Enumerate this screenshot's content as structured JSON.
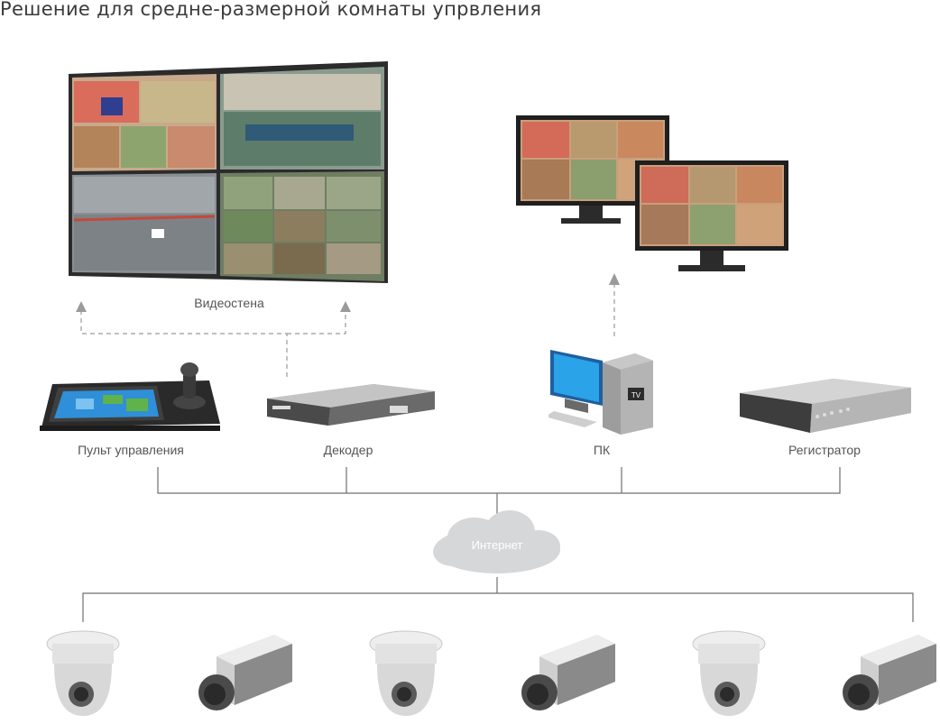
{
  "title": "Решение для средне-размерной комнаты упрвления",
  "labels": {
    "videowall": "Видеостена",
    "control_panel": "Пульт управления",
    "decoder": "Декодер",
    "pc": "ПК",
    "recorder": "Регистратор",
    "internet": "Интернет"
  },
  "pc_tower_badge": "TV",
  "colors": {
    "line": "#6f6f6f",
    "dashed_arrow": "#9a9a9a",
    "cloud": "#d6d7d9",
    "label_text": "#555555"
  },
  "cameras": [
    "dome-camera",
    "box-camera",
    "dome-camera",
    "box-camera",
    "dome-camera",
    "box-camera"
  ]
}
